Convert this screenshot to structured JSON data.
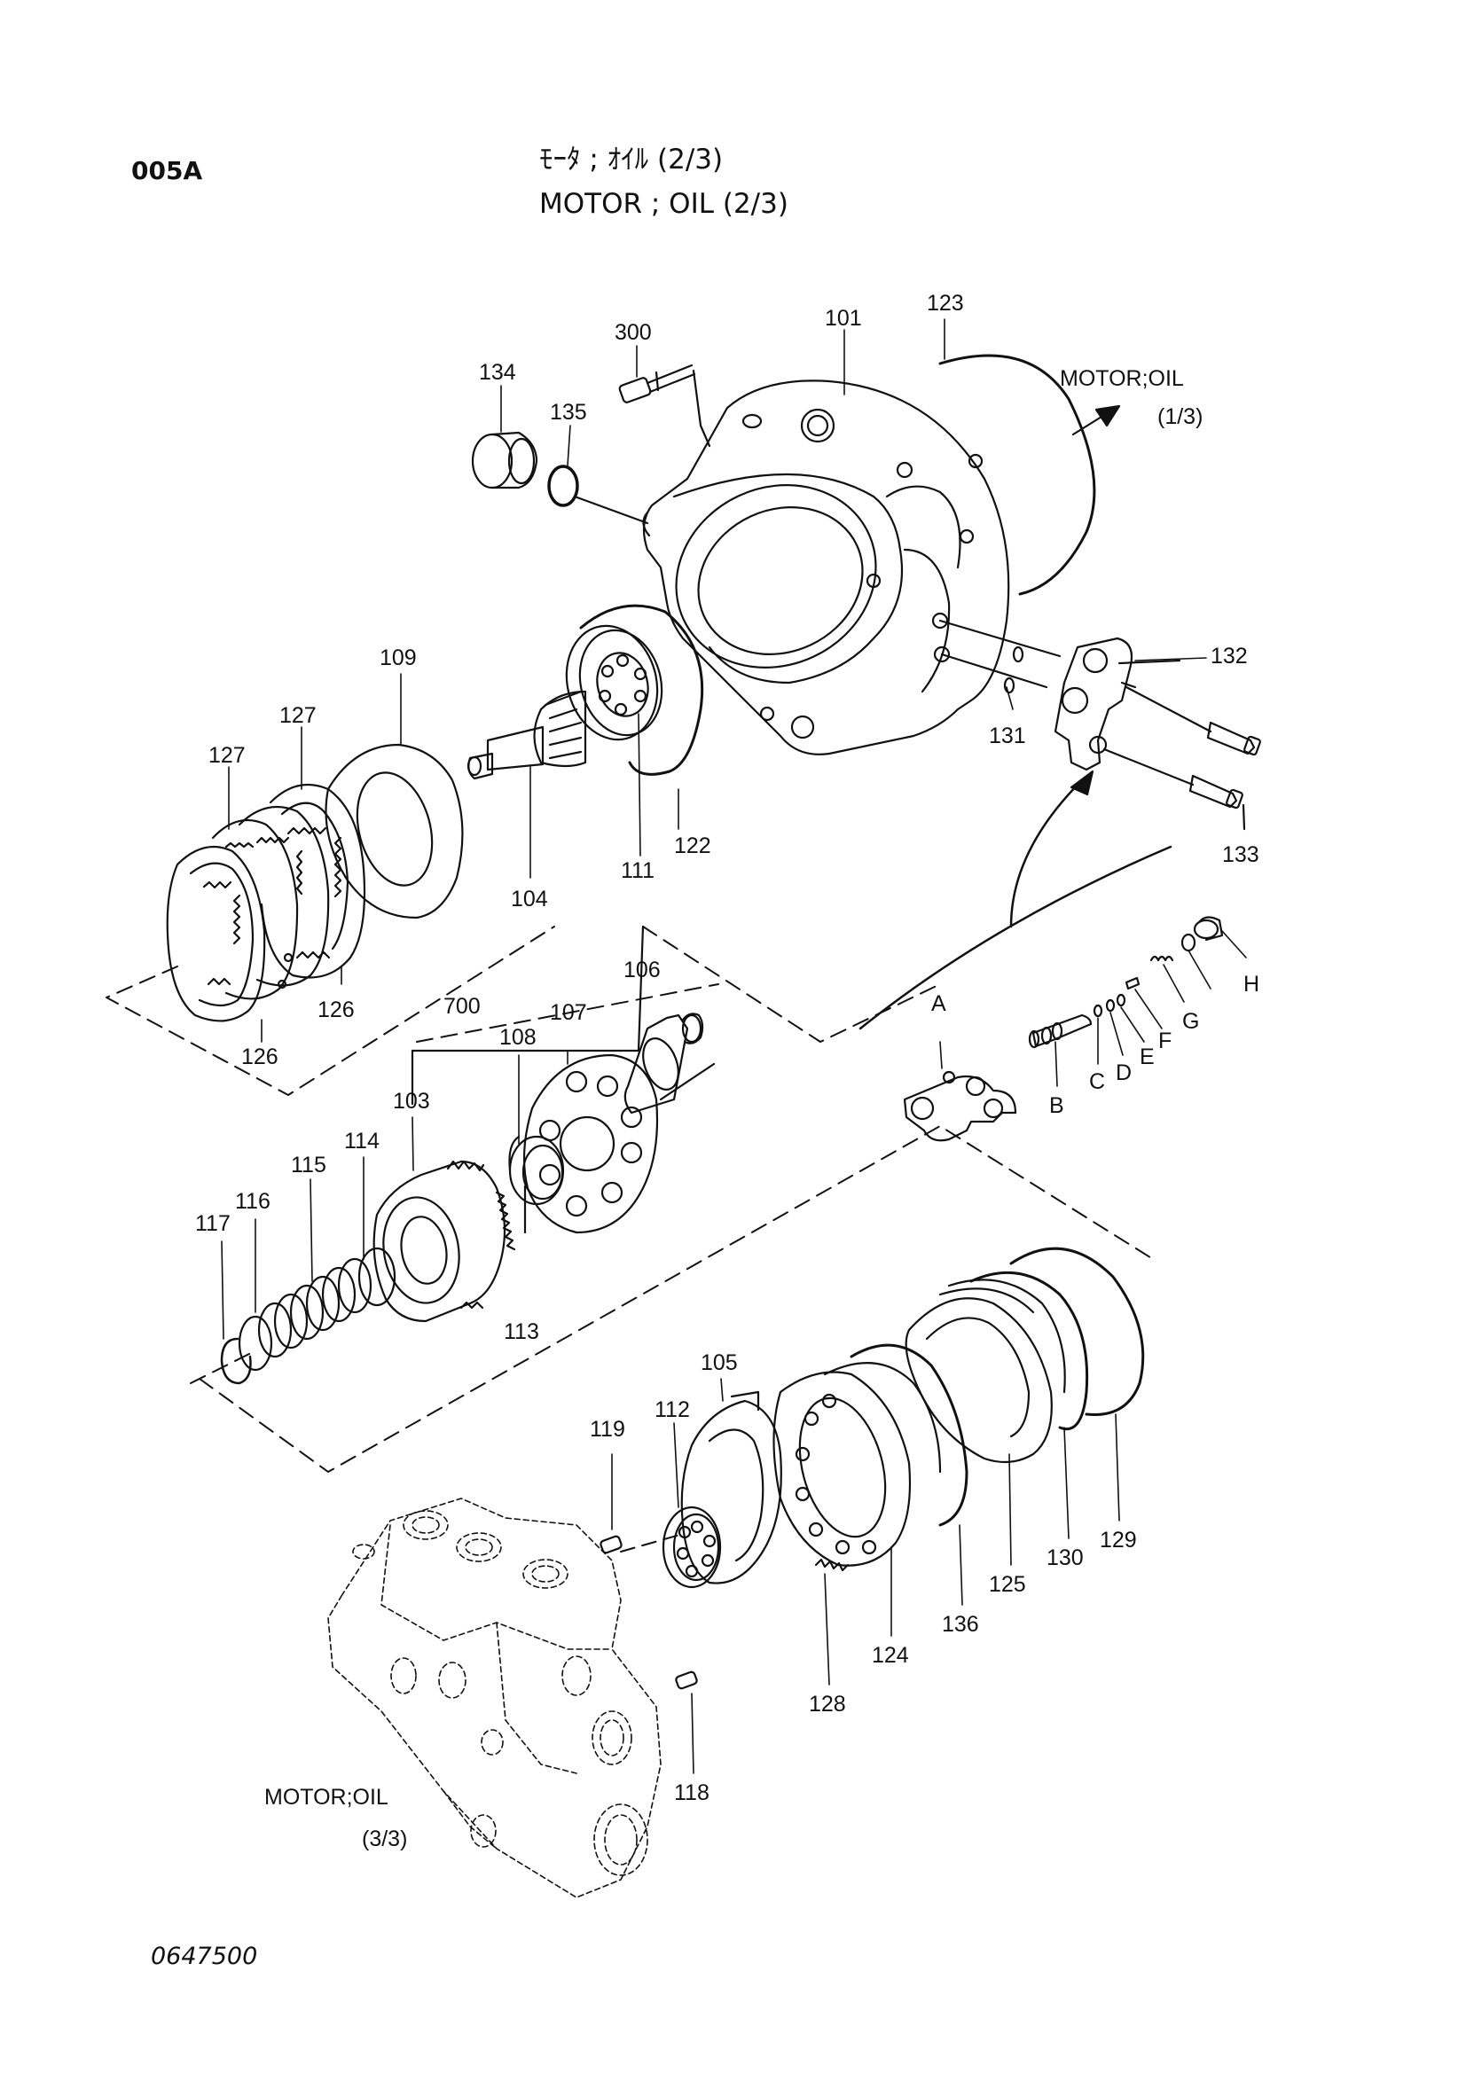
{
  "header": {
    "code": "005A",
    "title_jp": "ﾓｰﾀ ; ｵｲﾙ (2/3)",
    "title_en": "MOTOR ; OIL (2/3)"
  },
  "references": {
    "oil_1_3": {
      "line1": "MOTOR;OIL",
      "line2": "(1/3)"
    },
    "oil_3_3": {
      "line1": "MOTOR;OIL",
      "line2": "(3/3)"
    }
  },
  "part_labels": {
    "p300": "300",
    "p101": "101",
    "p123": "123",
    "p134": "134",
    "p135": "135",
    "p132": "132",
    "p131": "131",
    "p133": "133",
    "p109": "109",
    "p127a": "127",
    "p127b": "127",
    "p122": "122",
    "p111": "111",
    "p104": "104",
    "p126a": "126",
    "p126b": "126",
    "p106": "106",
    "p700": "700",
    "p107": "107",
    "p108": "108",
    "p103": "103",
    "p114": "114",
    "p115": "115",
    "p116": "116",
    "p117": "117",
    "p113": "113",
    "pA": "A",
    "pB": "B",
    "pC": "C",
    "pD": "D",
    "pE": "E",
    "pF": "F",
    "pG": "G",
    "pH": "H",
    "p105": "105",
    "p112": "112",
    "p119": "119",
    "p124": "124",
    "p128": "128",
    "p136": "136",
    "p125": "125",
    "p130": "130",
    "p129": "129",
    "p118": "118"
  },
  "footer": {
    "doc_number": "0647500"
  }
}
